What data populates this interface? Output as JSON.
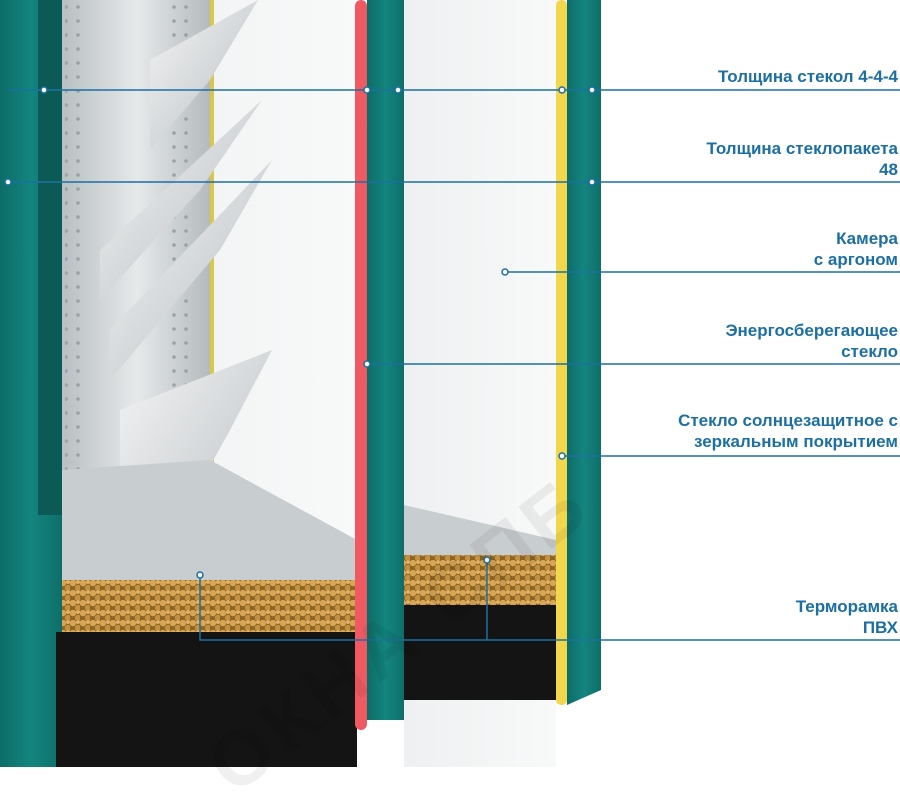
{
  "labels": {
    "glass_thickness": [
      "Толщина стекол 4-4-4"
    ],
    "unit_thickness": [
      "Толщина стеклопакета",
      "48"
    ],
    "argon_chamber": [
      "Камера",
      "с аргоном"
    ],
    "energy_saving": [
      "Энергосберегающее",
      "стекло"
    ],
    "solar_control": [
      "Стекло солнцезащитное с",
      "зеркальным покрытием"
    ],
    "thermal_frame": [
      "Терморамка",
      "ПВХ"
    ]
  },
  "watermark": "ОКНА СПБ",
  "colors": {
    "label_text": "#1c6fa3",
    "leader_line": "#1c6fa3",
    "glass_edge": "#137f7a",
    "glass_edge_dark": "#0d5f5b",
    "energy_coating": "#ef5a62",
    "mirror_coating": "#f2d64b",
    "desiccant": "#c99a4a",
    "seal": "#141414"
  }
}
